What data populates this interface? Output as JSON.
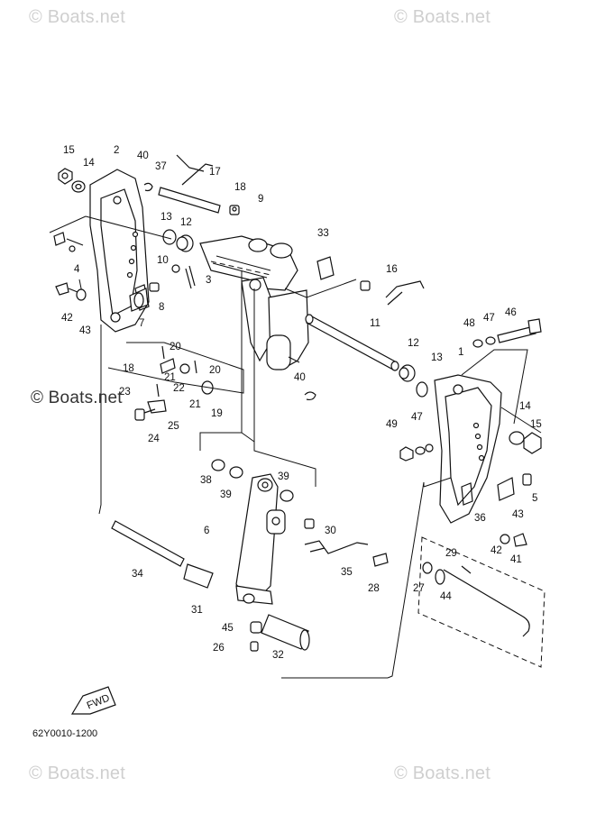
{
  "watermarks": {
    "top_left": "© Boats.net",
    "top_right": "© Boats.net",
    "middle_left": "© Boats.net",
    "bottom_left": "© Boats.net",
    "bottom_right": "© Boats.net"
  },
  "diagram_code": "62Y0010-1200",
  "fwd_label": "FWD",
  "callouts": [
    "15",
    "2",
    "14",
    "40",
    "37",
    "17",
    "18",
    "9",
    "13",
    "12",
    "33",
    "4",
    "10",
    "16",
    "3",
    "8",
    "42",
    "43",
    "7",
    "18",
    "11",
    "20",
    "48",
    "47",
    "46",
    "12",
    "13",
    "1",
    "40",
    "21",
    "20",
    "22",
    "23",
    "19",
    "21",
    "14",
    "25",
    "24",
    "49",
    "47",
    "15",
    "39",
    "38",
    "39",
    "36",
    "6",
    "30",
    "5",
    "43",
    "42",
    "41",
    "34",
    "35",
    "28",
    "29",
    "27",
    "44",
    "31",
    "45",
    "32",
    "26"
  ]
}
